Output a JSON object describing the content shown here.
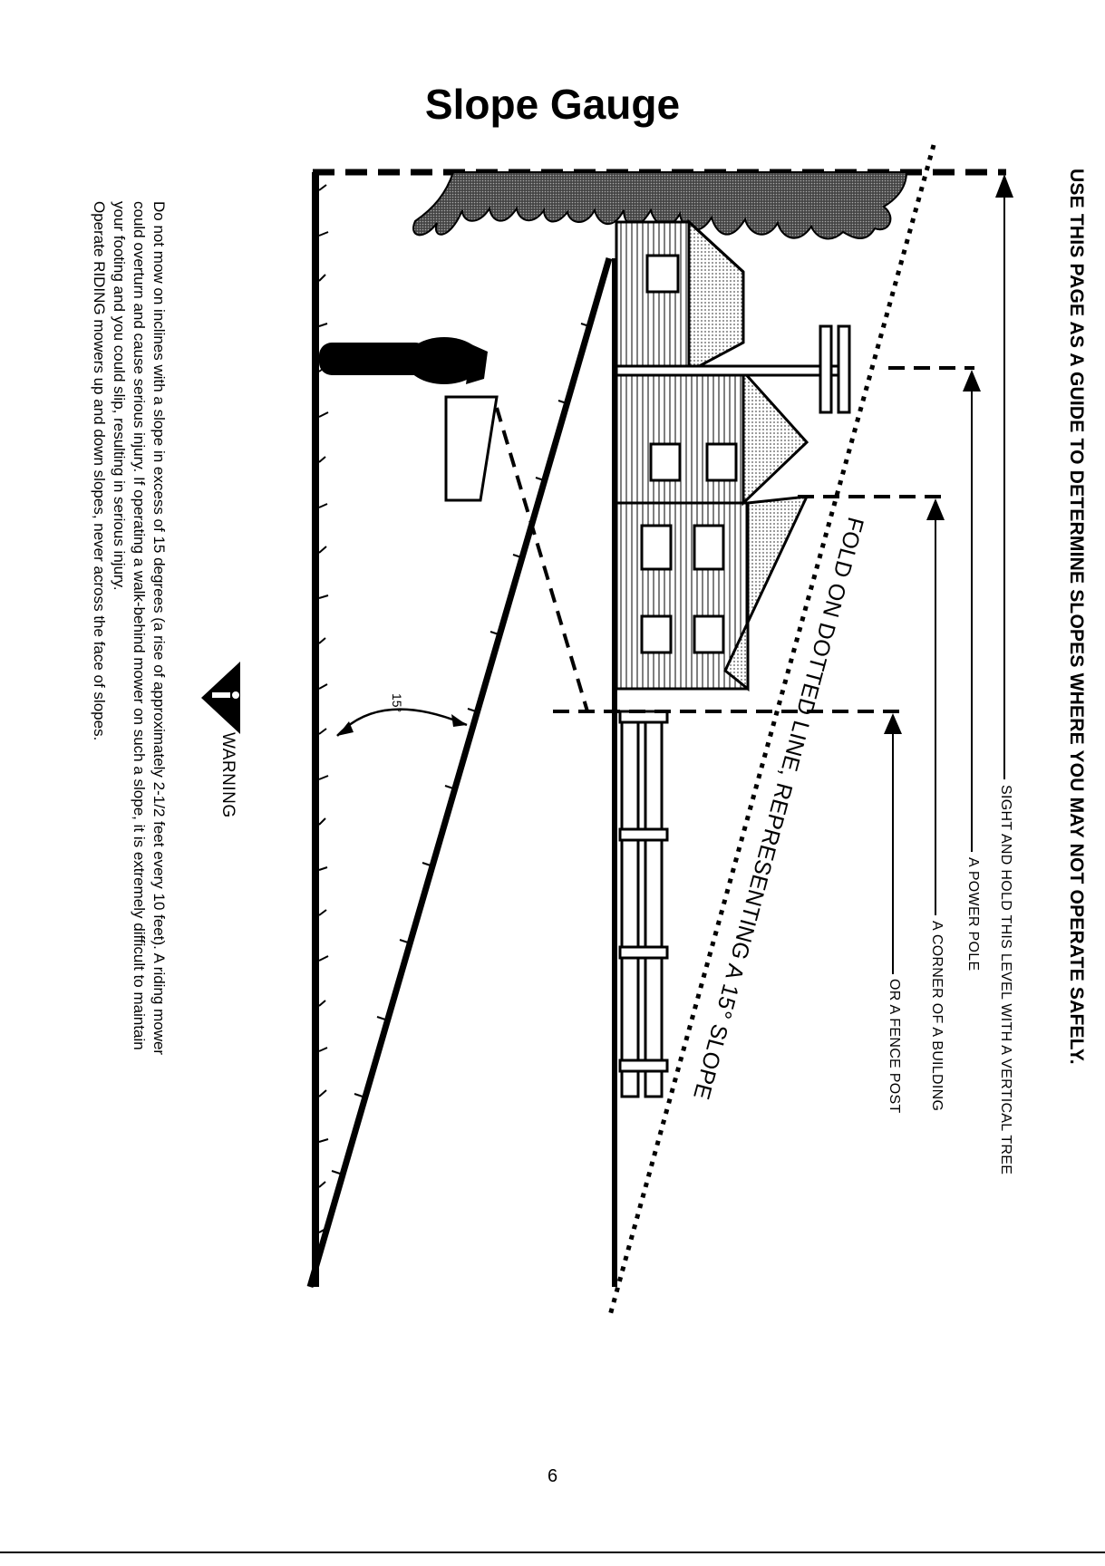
{
  "page": {
    "title": "Slope Gauge",
    "page_number": "6"
  },
  "gauge": {
    "headline": "USE THIS PAGE AS A GUIDE TO DETERMINE SLOPES WHERE YOU MAY NOT OPERATE SAFELY.",
    "labels": [
      "SIGHT AND HOLD THIS LEVEL WITH A VERTICAL TREE",
      "A POWER POLE",
      "A CORNER OF A BUILDING",
      "OR A FENCE POST"
    ],
    "fold_instruction": "FOLD ON DOTTED LINE, REPRESENTING A 15° SLOPE",
    "angle_label": "15°"
  },
  "warning": {
    "heading": "WARNING",
    "lines": [
      "Do not mow on inclines with a slope in excess of 15 degrees (a rise of approximately 2-1/2 feet every 10 feet). A riding mower",
      "could overturn and cause serious injury. If operating a walk-behind mower on such a slope, it is extremely difficult to maintain",
      "your footing and you could slip, resulting in serious injury.",
      "Operate RIDING mowers up and down slopes, never across the face of slopes."
    ]
  },
  "icons": {
    "warning": "warning-triangle-icon",
    "arrow": "arrow-up-icon"
  }
}
